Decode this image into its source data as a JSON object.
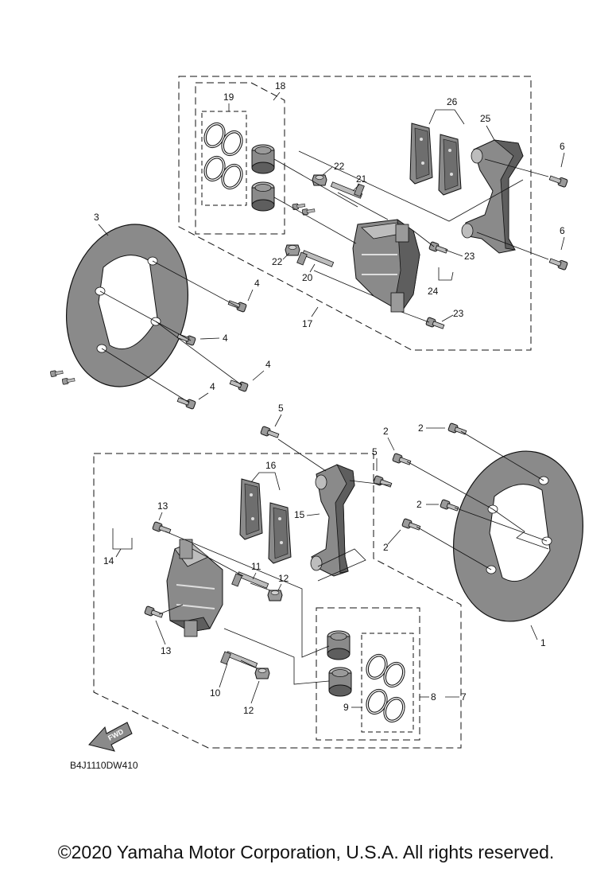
{
  "diagram_code": "B4J1110DW410",
  "fwd_label": "FWD",
  "copyright": "©2020 Yamaha Motor Corporation, U.S.A. All rights reserved.",
  "callouts": {
    "p1": "1",
    "p2a": "2",
    "p2b": "2",
    "p2c": "2",
    "p2d": "2",
    "p3": "3",
    "p4a": "4",
    "p4b": "4",
    "p4c": "4",
    "p4d": "4",
    "p5a": "5",
    "p5b": "5",
    "p6a": "6",
    "p6b": "6",
    "p7": "7",
    "p8": "8",
    "p9": "9",
    "p10": "10",
    "p11": "11",
    "p12a": "12",
    "p12b": "12",
    "p13a": "13",
    "p13b": "13",
    "p14": "14",
    "p15": "15",
    "p16": "16",
    "p17": "17",
    "p18": "18",
    "p19": "19",
    "p20": "20",
    "p21": "21",
    "p22a": "22",
    "p22b": "22",
    "p23a": "23",
    "p23b": "23",
    "p24": "24",
    "p25": "25",
    "p26": "26"
  },
  "colors": {
    "line": "#111111",
    "part_fill": "#8a8a8a",
    "part_dark": "#5e5e5e",
    "part_light": "#bdbdbd"
  }
}
